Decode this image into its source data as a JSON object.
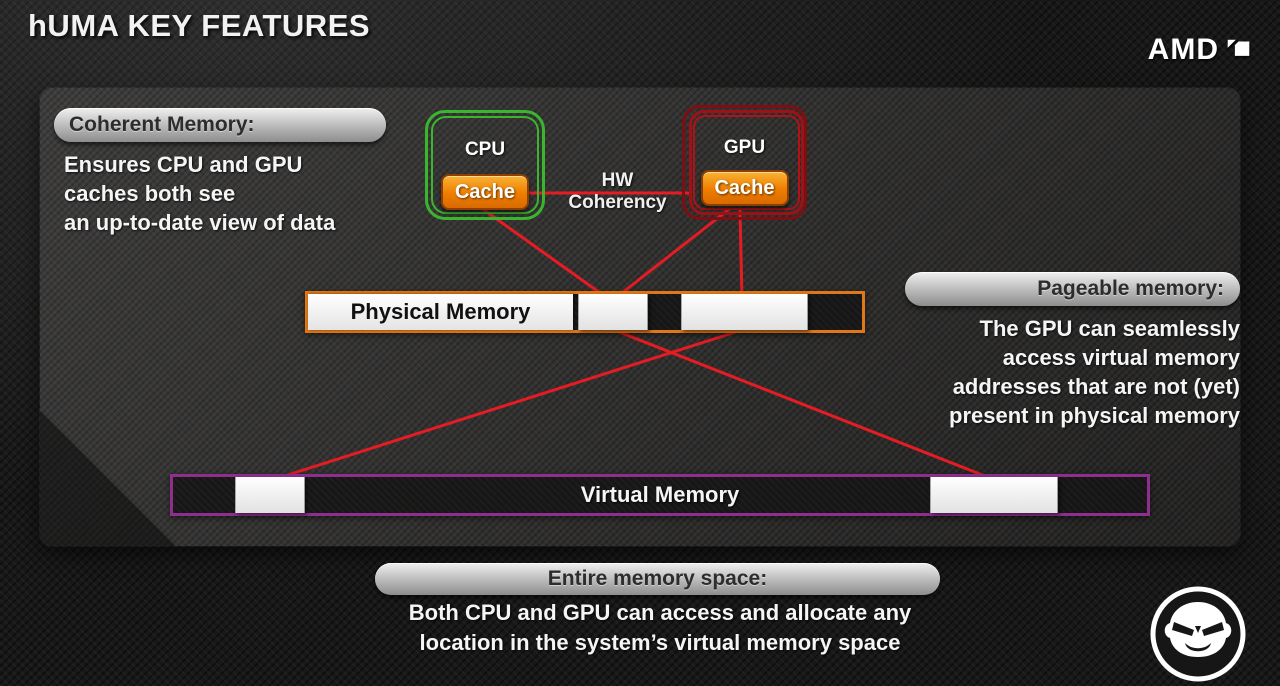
{
  "page": {
    "title": "hUMA KEY FEATURES",
    "brand": "AMD"
  },
  "panels": {
    "coherent": {
      "heading": "Coherent Memory:",
      "lines": [
        "Ensures CPU and GPU",
        "caches both see",
        "an up-to-date view of data"
      ]
    },
    "pageable": {
      "heading": "Pageable memory:",
      "lines": [
        "The GPU can seamlessly",
        "access virtual memory",
        "addresses that are not (yet)",
        "present in physical memory"
      ]
    },
    "entire": {
      "heading": "Entire memory space:",
      "lines": [
        "Both CPU and GPU can access and allocate any",
        "location in the system’s virtual memory space"
      ]
    }
  },
  "diagram": {
    "cpu": {
      "label": "CPU",
      "cache": "Cache"
    },
    "gpu": {
      "label": "GPU",
      "cache": "Cache"
    },
    "hw_coherency": {
      "line1": "HW",
      "line2": "Coherency"
    },
    "physical_memory": {
      "label": "Physical Memory"
    },
    "virtual_memory": {
      "label": "Virtual Memory"
    }
  },
  "colors": {
    "cpu_outline": "#3cb52e",
    "gpu_outline": "#b01217",
    "cache_orange": "#ef7d00",
    "physical_border": "#e07818",
    "virtual_border": "#8e2f8e",
    "connector": "#e51c23"
  }
}
